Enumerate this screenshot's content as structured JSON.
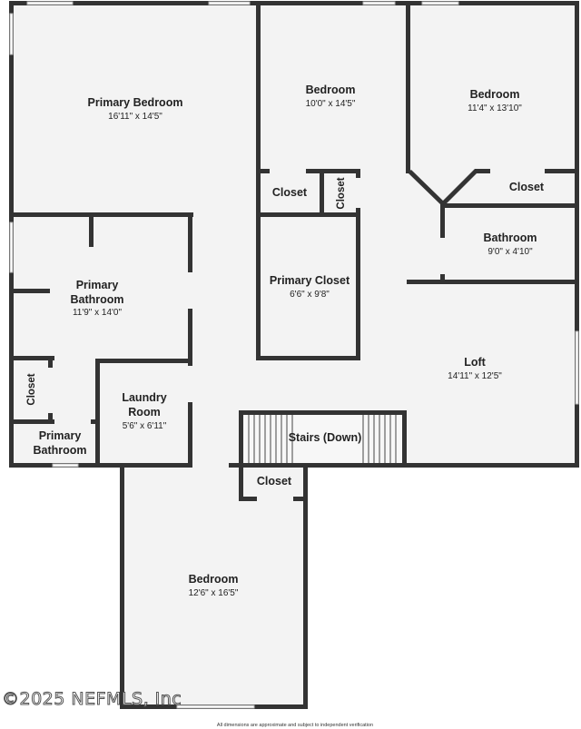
{
  "rooms": {
    "primary_bedroom": {
      "name": "Primary Bedroom",
      "dims": "16'11\" x 14'5\""
    },
    "bedroom_top_center": {
      "name": "Bedroom",
      "dims": "10'0\" x 14'5\""
    },
    "bedroom_top_right": {
      "name": "Bedroom",
      "dims": "11'4\" x 13'10\""
    },
    "closet_center": {
      "name": "Closet"
    },
    "closet_narrow": {
      "name": "Closet"
    },
    "closet_right": {
      "name": "Closet"
    },
    "bathroom_right": {
      "name": "Bathroom",
      "dims": "9'0\" x 4'10\""
    },
    "primary_bathroom": {
      "name_line1": "Primary",
      "name_line2": "Bathroom",
      "dims": "11'9\" x 14'0\""
    },
    "primary_closet": {
      "name": "Primary Closet",
      "dims": "6'6\" x 9'8\""
    },
    "loft": {
      "name": "Loft",
      "dims": "14'11\" x 12'5\""
    },
    "closet_left": {
      "name": "Closet"
    },
    "laundry_room": {
      "name_line1": "Laundry",
      "name_line2": "Room",
      "dims": "5'6\" x 6'11\""
    },
    "primary_bathroom_small": {
      "name_line1": "Primary",
      "name_line2": "Bathroom"
    },
    "stairs": {
      "name": "Stairs (Down)"
    },
    "closet_lower": {
      "name": "Closet"
    },
    "bedroom_bottom": {
      "name": "Bedroom",
      "dims": "12'6\" x 16'5\""
    }
  },
  "watermark": "©2025 NEFMLS, Inc",
  "disclaimer": "All dimensions are approximate and subject to independent verification"
}
